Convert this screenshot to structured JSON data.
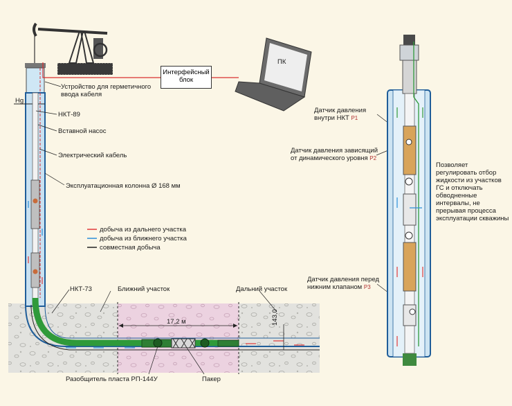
{
  "labels": {
    "hg": "Hg",
    "interface_line1": "Интерфейсный",
    "interface_line2": "блок",
    "pc": "ПК",
    "sealing_line1": "Устройство для герметичного",
    "sealing_line2": "ввода кабеля",
    "nkt89": "НКТ-89",
    "pump": "Вставной насос",
    "cable": "Электрический кабель",
    "casing": "Эксплуатационная колонна Ø 168 мм",
    "nkt73": "НКТ-73",
    "near_section": "Ближний участок",
    "far_section": "Дальний участок",
    "separator": "Разобщитель пласта РП-144У",
    "packer": "Пакер",
    "dim_length": "17,2 м",
    "dim_height": "143,0",
    "sensor1_line1": "Датчик давления",
    "sensor1_line2": "внутри НКТ",
    "sensor1_sub": "P1",
    "sensor2_line1": "Датчик давления зависящий",
    "sensor2_line2": "от динамического уровня",
    "sensor2_sub": "P2",
    "sensor3_line1": "Датчик давления перед",
    "sensor3_line2": "нижним клапаном",
    "sensor3_sub": "P3",
    "note": "Позволяет регулировать отбор жидкости из участков ГС и отключать обводненные интервалы, не прерывая процесса эксплуатации скважины"
  },
  "legend": [
    {
      "text": "добыча из дальнего участка",
      "color": "#e03a3a"
    },
    {
      "text": "добыча из ближнего участка",
      "color": "#2a8fd8"
    },
    {
      "text": "совместная добыча",
      "color": "#222222"
    }
  ],
  "colors": {
    "ground": "#e2e2de",
    "pink_zone": "#ecd2e0",
    "tubing_green": "#2f9a3a",
    "casing_blue": "#1f78c8",
    "cable_red": "#d93030",
    "background": "#fbf6e6"
  }
}
